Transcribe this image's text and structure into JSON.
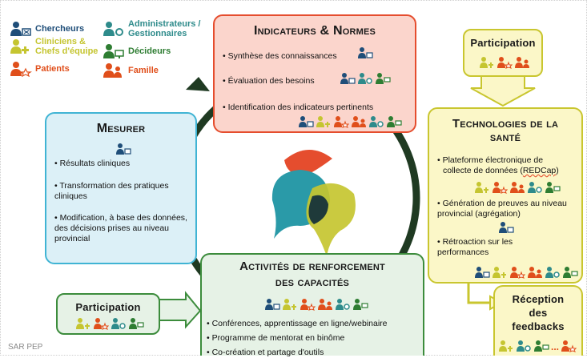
{
  "colors": {
    "researcher": "#1f4e79",
    "admin": "#2e8b8b",
    "clinician": "#c5c530",
    "decider": "#2e7d32",
    "patient": "#e04f1b",
    "family": "#e04f1b",
    "red_box": "#fbd5cc",
    "red_border": "#e54d2e",
    "blue_box": "#dcf0f7",
    "blue_border": "#40b4d4",
    "yellow_box": "#fbf7c8",
    "yellow_border": "#c9c62f",
    "green_box": "#e6f2e6",
    "green_border": "#3c8c3c",
    "cycle_arrow": "#1f3a22"
  },
  "legend": {
    "researchers": "Chercheurs",
    "clinicians_1": "Cliniciens &",
    "clinicians_2": "Chefs d'équipe",
    "patients": "Patients",
    "admins_1": "Administrateurs /",
    "admins_2": "Gestionnaires",
    "deciders": "Décideurs",
    "family": "Famille"
  },
  "indicators": {
    "title": "Indicateurs & Normes",
    "items": [
      "• Synthèse des connaissances",
      "• Évaluation des besoins",
      "• Identification des indicateurs pertinents"
    ]
  },
  "measure": {
    "title": "Mesurer",
    "items": [
      "• Résultats cliniques",
      "• Transformation des pratiques cliniques",
      "• Modification, à base des données, des décisions prises au niveau provincial"
    ]
  },
  "technologies": {
    "title_1": "Technologies de la",
    "title_2": "santé",
    "item1_a": "• Plateforme électronique de",
    "item1_b": "collecte de données (",
    "item1_link": "REDCap",
    "item1_c": ")",
    "items": [
      "• Génération de preuves au niveau provincial (agrégation)",
      "• Rétroaction sur les performances"
    ]
  },
  "capacity": {
    "title_1": "Activités de renforcement",
    "title_2": "des capacités",
    "items": [
      "• Conférences, apprentissage en ligne/webinaire",
      "• Programme de mentorat en binôme",
      "• Co-création et partage d'outils"
    ]
  },
  "participation_top": "Participation",
  "participation_left": "Participation",
  "feedback": {
    "line1": "Réception",
    "line2": "des",
    "line3": "feedbacks"
  },
  "footer": "SAR PEP",
  "ellipsis": "..."
}
